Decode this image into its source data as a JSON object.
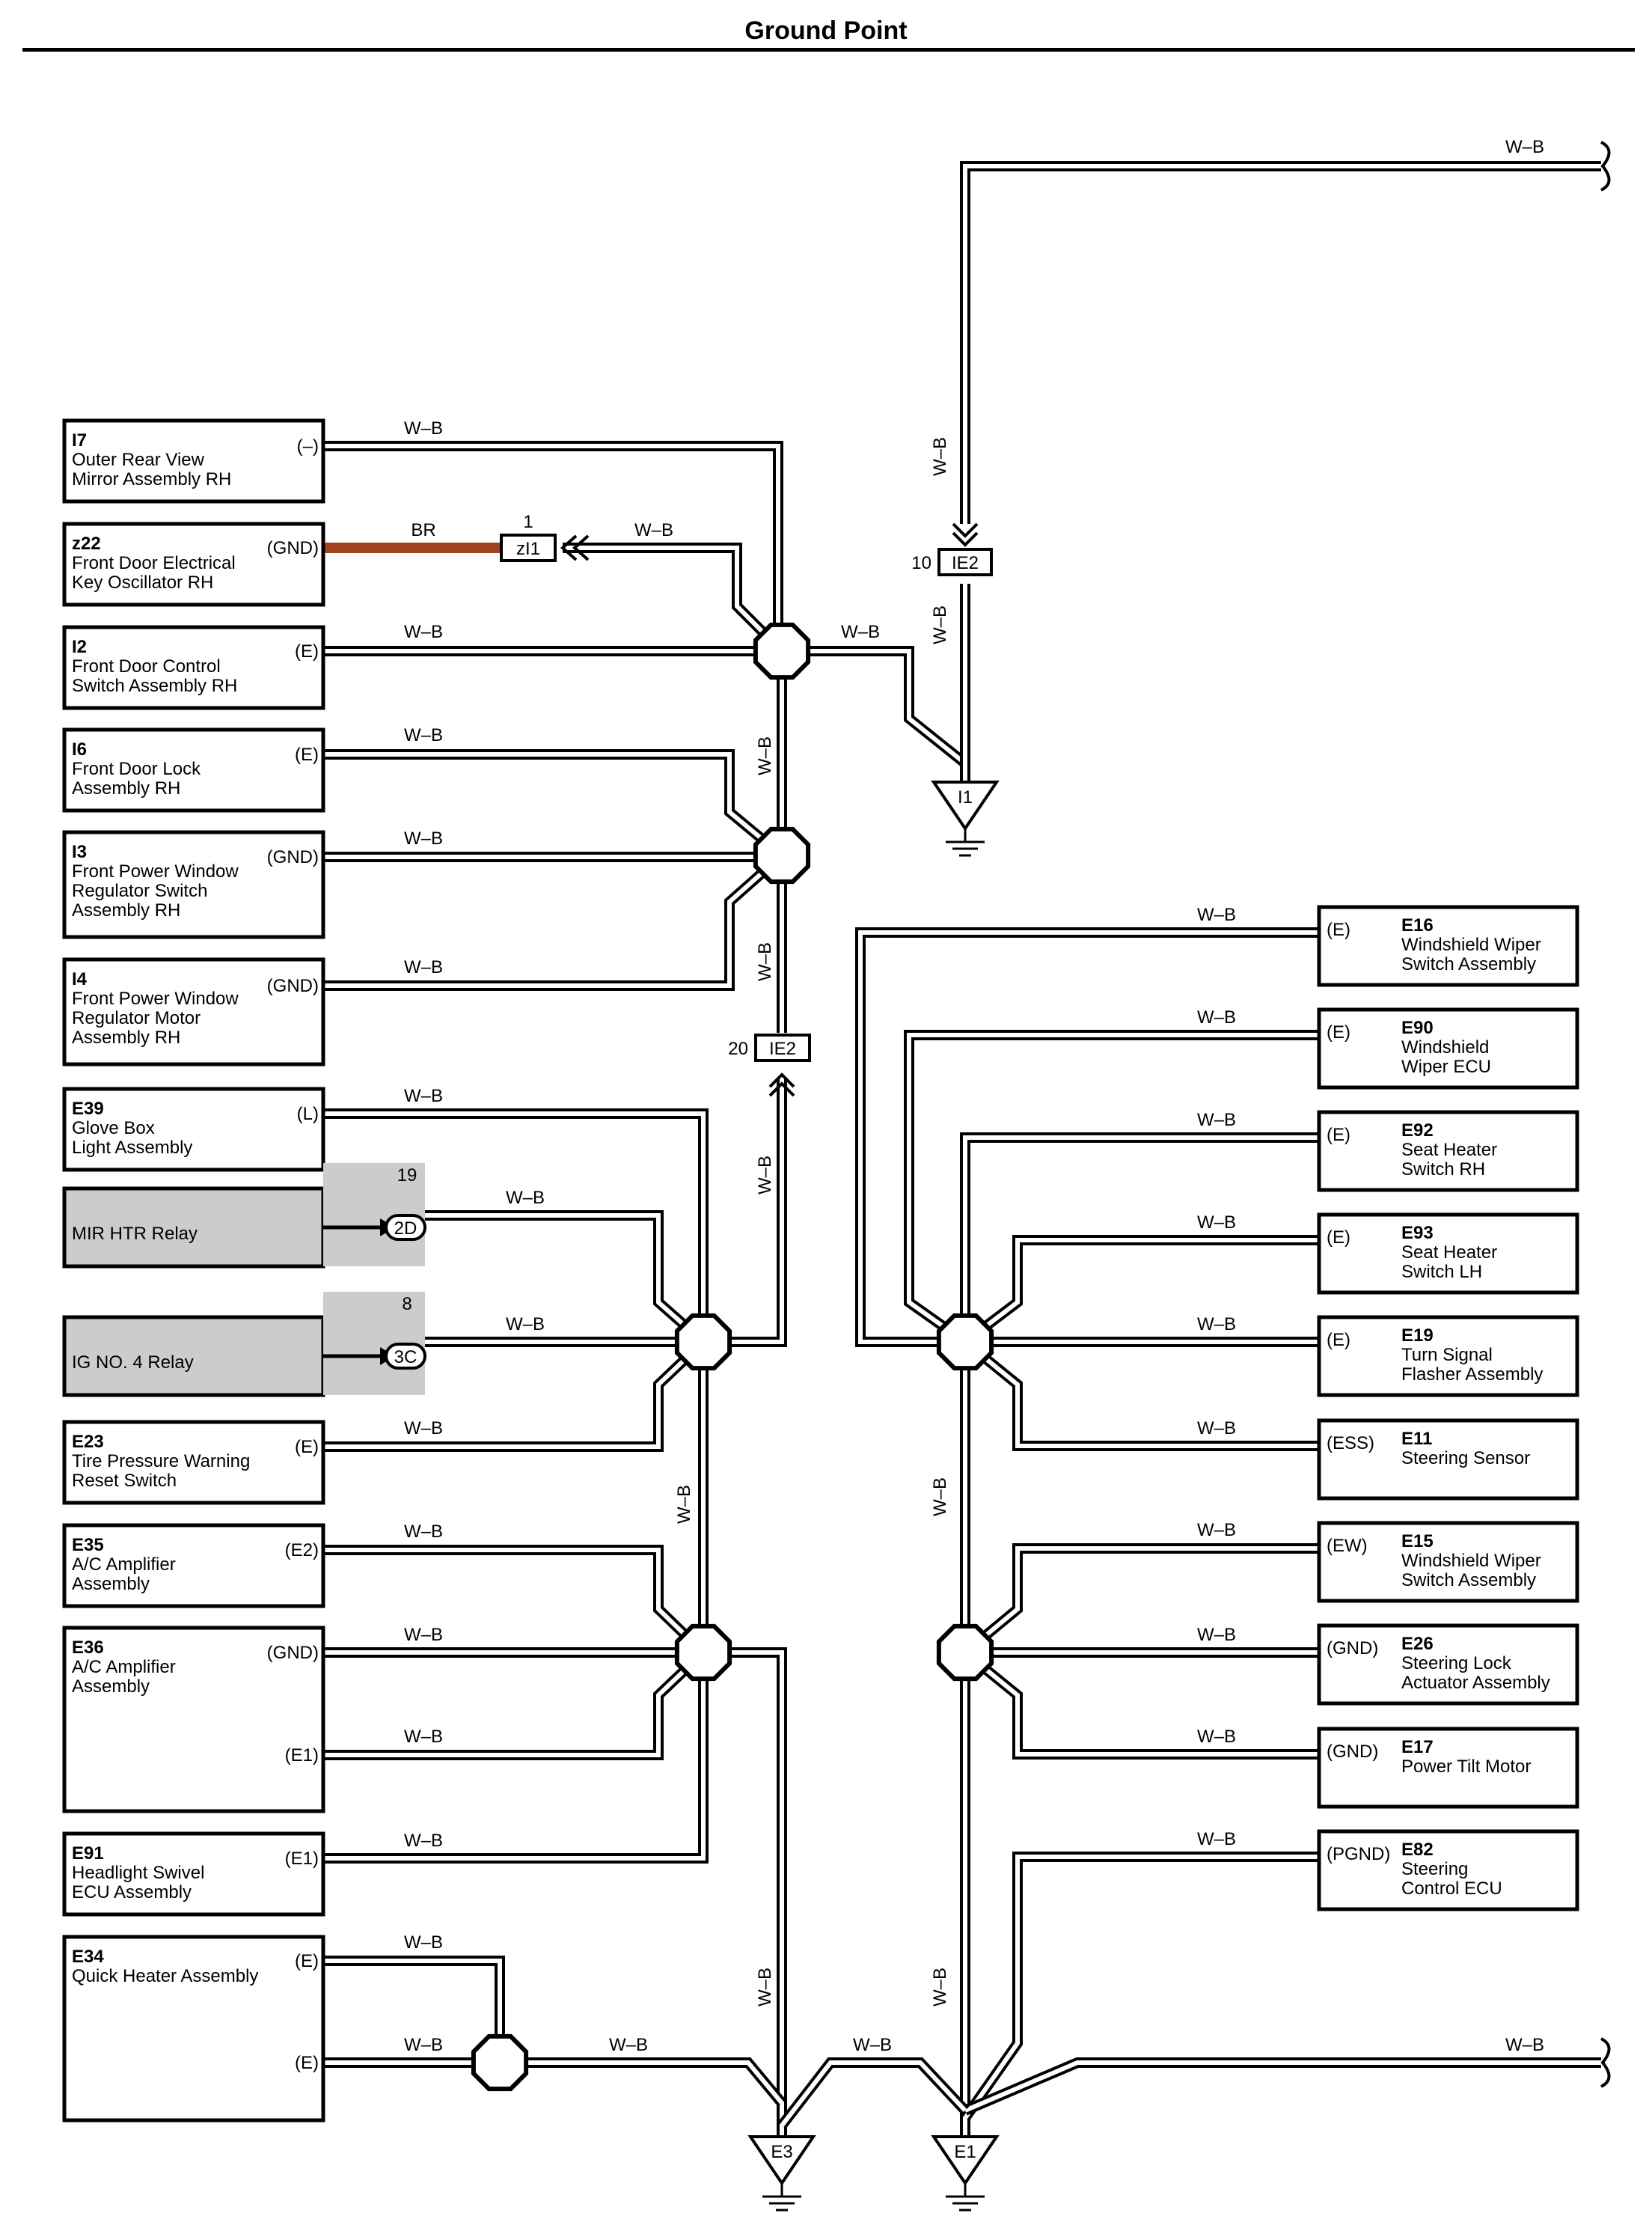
{
  "title": "Ground Point",
  "wire_color_main": "W–B",
  "wire_color_br": "BR",
  "colors": {
    "wire": "#000000",
    "wire_fill": "#ffffff",
    "br_wire": "#a0421c",
    "relay_fill": "#cccccc"
  },
  "left_components": [
    {
      "code": "I7",
      "name1": "Outer Rear View",
      "name2": "Mirror Assembly RH",
      "name3": "",
      "pins": [
        "(–)"
      ]
    },
    {
      "code": "z22",
      "name1": "Front Door Electrical",
      "name2": "Key Oscillator RH",
      "name3": "",
      "pins": [
        "(GND)"
      ]
    },
    {
      "code": "I2",
      "name1": "Front Door Control",
      "name2": "Switch Assembly RH",
      "name3": "",
      "pins": [
        "(E)"
      ]
    },
    {
      "code": "I6",
      "name1": "Front Door Lock",
      "name2": "Assembly RH",
      "name3": "",
      "pins": [
        "(E)"
      ]
    },
    {
      "code": "I3",
      "name1": "Front Power Window",
      "name2": "Regulator Switch",
      "name3": "Assembly RH",
      "pins": [
        "(GND)"
      ]
    },
    {
      "code": "I4",
      "name1": "Front Power Window",
      "name2": "Regulator Motor",
      "name3": "Assembly RH",
      "pins": [
        "(GND)"
      ]
    },
    {
      "code": "E39",
      "name1": "Glove Box",
      "name2": "Light Assembly",
      "name3": "",
      "pins": [
        "(L)"
      ]
    },
    {
      "code": "E23",
      "name1": "Tire Pressure Warning",
      "name2": "Reset Switch",
      "name3": "",
      "pins": [
        "(E)"
      ]
    },
    {
      "code": "E35",
      "name1": "A/C Amplifier",
      "name2": "Assembly",
      "name3": "",
      "pins": [
        "(E2)"
      ]
    },
    {
      "code": "E36",
      "name1": "A/C Amplifier",
      "name2": "Assembly",
      "name3": "",
      "pins": [
        "(GND)",
        "(E1)"
      ]
    },
    {
      "code": "E91",
      "name1": "Headlight Swivel",
      "name2": "ECU Assembly",
      "name3": "",
      "pins": [
        "(E1)"
      ]
    },
    {
      "code": "E34",
      "name1": "Quick Heater Assembly",
      "name2": "",
      "name3": "",
      "pins": [
        "(E)",
        "(E)"
      ]
    }
  ],
  "relays": [
    {
      "name": "MIR HTR Relay",
      "connector": "2D",
      "pin": "19"
    },
    {
      "name": "IG NO. 4 Relay",
      "connector": "3C",
      "pin": "8"
    }
  ],
  "right_components": [
    {
      "code": "E16",
      "name1": "Windshield Wiper",
      "name2": "Switch Assembly",
      "pin": "(E)"
    },
    {
      "code": "E90",
      "name1": "Windshield",
      "name2": "Wiper ECU",
      "pin": "(E)"
    },
    {
      "code": "E92",
      "name1": "Seat Heater",
      "name2": "Switch RH",
      "pin": "(E)"
    },
    {
      "code": "E93",
      "name1": "Seat Heater",
      "name2": "Switch LH",
      "pin": "(E)"
    },
    {
      "code": "E19",
      "name1": "Turn Signal",
      "name2": "Flasher Assembly",
      "pin": "(E)"
    },
    {
      "code": "E11",
      "name1": "Steering Sensor",
      "name2": "",
      "pin": "(ESS)"
    },
    {
      "code": "E15",
      "name1": "Windshield Wiper",
      "name2": "Switch Assembly",
      "pin": "(EW)"
    },
    {
      "code": "E26",
      "name1": "Steering Lock",
      "name2": "Actuator Assembly",
      "pin": "(GND)"
    },
    {
      "code": "E17",
      "name1": "Power Tilt Motor",
      "name2": "",
      "pin": "(GND)"
    },
    {
      "code": "E82",
      "name1": "Steering",
      "name2": "Control ECU",
      "pin": "(PGND)"
    }
  ],
  "connectors": {
    "zl1": {
      "label": "zI1",
      "pin": "1"
    },
    "ie2_top": {
      "label": "IE2",
      "pin": "10"
    },
    "ie2_mid": {
      "label": "IE2",
      "pin": "20"
    }
  },
  "grounds": {
    "i1": "I1",
    "e3": "E3",
    "e1": "E1"
  }
}
